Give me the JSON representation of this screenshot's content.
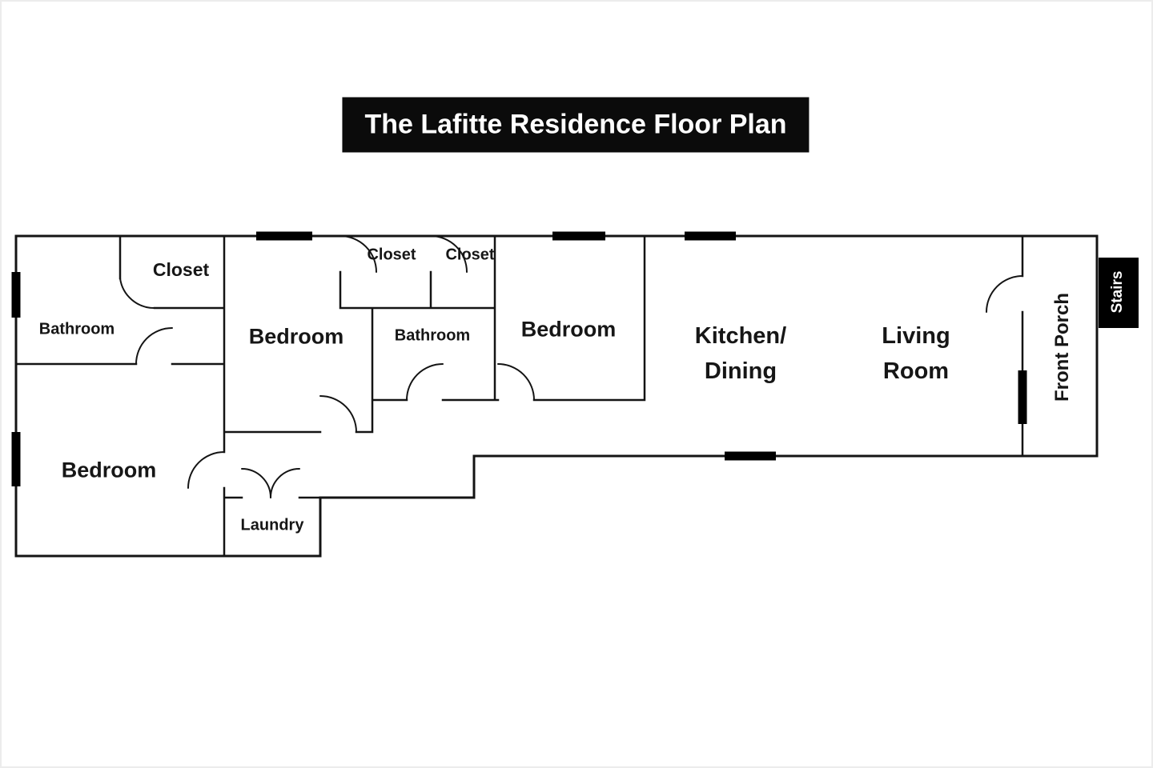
{
  "title": "The Lafitte Residence Floor Plan",
  "rooms": {
    "bathroom_left": "Bathroom",
    "closet_left": "Closet",
    "bedroom_top": "Bedroom",
    "closet_a": "Closet",
    "closet_b": "Closet",
    "bathroom_mid": "Bathroom",
    "bedroom_mid": "Bedroom",
    "kitchen_line1": "Kitchen/",
    "kitchen_line2": "Dining",
    "living_line1": "Living",
    "living_line2": "Room",
    "front_porch": "Front Porch",
    "stairs": "Stairs",
    "bedroom_bottom": "Bedroom",
    "laundry": "Laundry"
  },
  "colors": {
    "wall": "#141414",
    "window": "#000000",
    "title_bg": "#0b0b0b",
    "title_text": "#ffffff",
    "label_text": "#161616",
    "background": "#ffffff"
  }
}
